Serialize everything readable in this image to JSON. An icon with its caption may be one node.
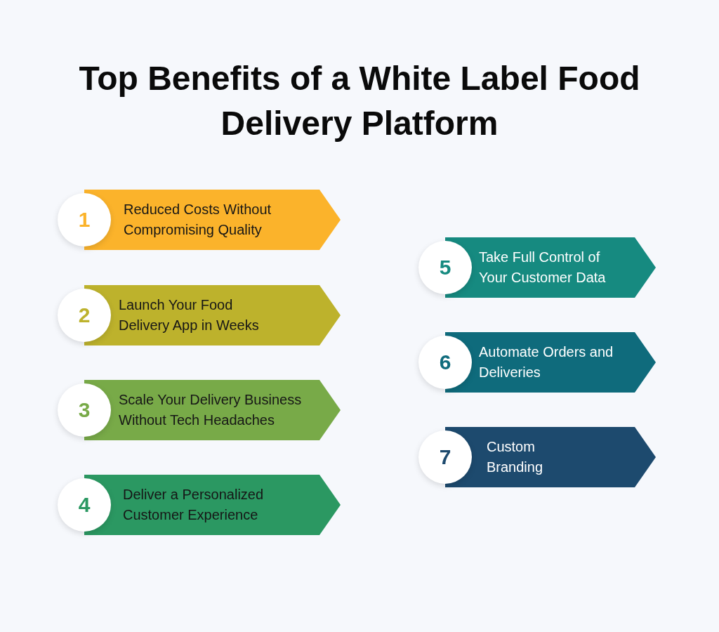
{
  "diagram": {
    "title": "Top Benefits of a White Label Food Delivery Platform",
    "nodes": [
      {
        "text": [
          "1"
        ]
      },
      {
        "text": [
          "Reduced Costs Without Compromising Quality"
        ]
      },
      {
        "text": [
          "2"
        ]
      },
      {
        "text": [
          "Launch Your Food Delivery App in Weeks"
        ]
      },
      {
        "text": [
          "3"
        ]
      },
      {
        "text": [
          "Scale Your Delivery Business Without Tech Headaches"
        ]
      },
      {
        "text": [
          "4"
        ]
      },
      {
        "text": [
          "Deliver a Personalized Customer Experience"
        ]
      },
      {
        "text": [
          "5"
        ]
      },
      {
        "text": [
          "Take Full Control of Your Customer Data"
        ]
      },
      {
        "text": [
          "6"
        ]
      },
      {
        "text": [
          "Automate Orders and Deliveries"
        ]
      },
      {
        "text": [
          "7"
        ]
      },
      {
        "text": [
          "Custom Branding"
        ]
      }
    ]
  }
}
